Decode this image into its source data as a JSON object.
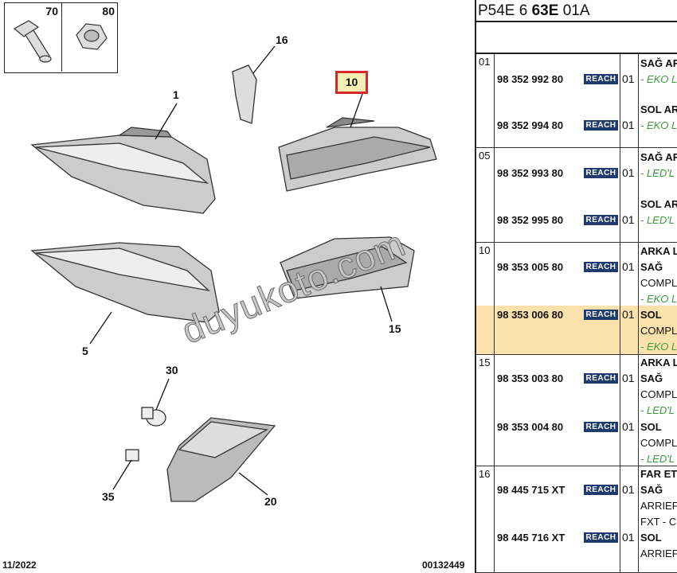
{
  "diagram": {
    "hardware": [
      {
        "num": "70"
      },
      {
        "num": "80"
      }
    ],
    "callouts": {
      "c16": "16",
      "c10": "10",
      "c1": "1",
      "c5": "5",
      "c15": "15",
      "c30": "30",
      "c35": "35",
      "c20": "20"
    },
    "watermark": "duyukoto.com",
    "footer_date": "11/2022",
    "footer_code": "00132449"
  },
  "table": {
    "title_prefix": "P54E 6 ",
    "title_bold": "63E",
    "title_suffix": " 01A",
    "groups": [
      {
        "ref": "01",
        "rows": [
          {
            "pn": "98 352 992 80",
            "reach": "REACH",
            "qty": "01",
            "desc": [
              {
                "t": "SAĞ AR",
                "s": "b"
              },
              {
                "t": "- EKO L",
                "s": "g"
              }
            ]
          },
          {
            "pn": "98 352 994 80",
            "reach": "REACH",
            "qty": "01",
            "desc": [
              {
                "t": "SOL AR",
                "s": "b"
              },
              {
                "t": "- EKO L",
                "s": "g"
              }
            ]
          }
        ]
      },
      {
        "ref": "05",
        "rows": [
          {
            "pn": "98 352 993 80",
            "reach": "REACH",
            "qty": "01",
            "desc": [
              {
                "t": "SAĞ AR",
                "s": "b"
              },
              {
                "t": "- LED'L",
                "s": "g"
              }
            ]
          },
          {
            "pn": "98 352 995 80",
            "reach": "REACH",
            "qty": "01",
            "desc": [
              {
                "t": "SOL AR",
                "s": "b"
              },
              {
                "t": "- LED'L",
                "s": "g"
              }
            ]
          }
        ]
      },
      {
        "ref": "10",
        "rows": [
          {
            "pn": "98 353 005 80",
            "reach": "REACH",
            "qty": "01",
            "desc": [
              {
                "t": "ARKA L",
                "s": "b"
              },
              {
                "t": "SAĞ",
                "s": "b"
              },
              {
                "t": "COMPL",
                "s": ""
              },
              {
                "t": "- EKO L",
                "s": "g"
              }
            ]
          },
          {
            "pn": "98 353 006 80",
            "reach": "REACH",
            "qty": "01",
            "highlighted": true,
            "desc": [
              {
                "t": "SOL",
                "s": "b"
              },
              {
                "t": "COMPL",
                "s": ""
              },
              {
                "t": "- EKO L",
                "s": "g"
              }
            ]
          }
        ]
      },
      {
        "ref": "15",
        "rows": [
          {
            "pn": "98 353 003 80",
            "reach": "REACH",
            "qty": "01",
            "desc": [
              {
                "t": "ARKA L",
                "s": "b"
              },
              {
                "t": "SAĞ",
                "s": "b"
              },
              {
                "t": "COMPL",
                "s": ""
              },
              {
                "t": "- LED'L",
                "s": "g"
              }
            ]
          },
          {
            "pn": "98 353 004 80",
            "reach": "REACH",
            "qty": "01",
            "desc": [
              {
                "t": "SOL",
                "s": "b"
              },
              {
                "t": "COMPL",
                "s": ""
              },
              {
                "t": "- LED'L",
                "s": "g"
              }
            ]
          }
        ]
      },
      {
        "ref": "16",
        "rows": [
          {
            "pn": "98 445 715 XT",
            "reach": "REACH",
            "qty": "01",
            "desc": [
              {
                "t": "FAR ET",
                "s": "b"
              },
              {
                "t": "SAĞ",
                "s": "b"
              },
              {
                "t": "ARRIEF",
                "s": ""
              },
              {
                "t": "FXT - C",
                "s": ""
              }
            ]
          },
          {
            "pn": "98 445 716 XT",
            "reach": "REACH",
            "qty": "01",
            "desc": [
              {
                "t": "SOL",
                "s": "b"
              },
              {
                "t": "ARRIEF",
                "s": ""
              }
            ]
          }
        ]
      }
    ]
  }
}
